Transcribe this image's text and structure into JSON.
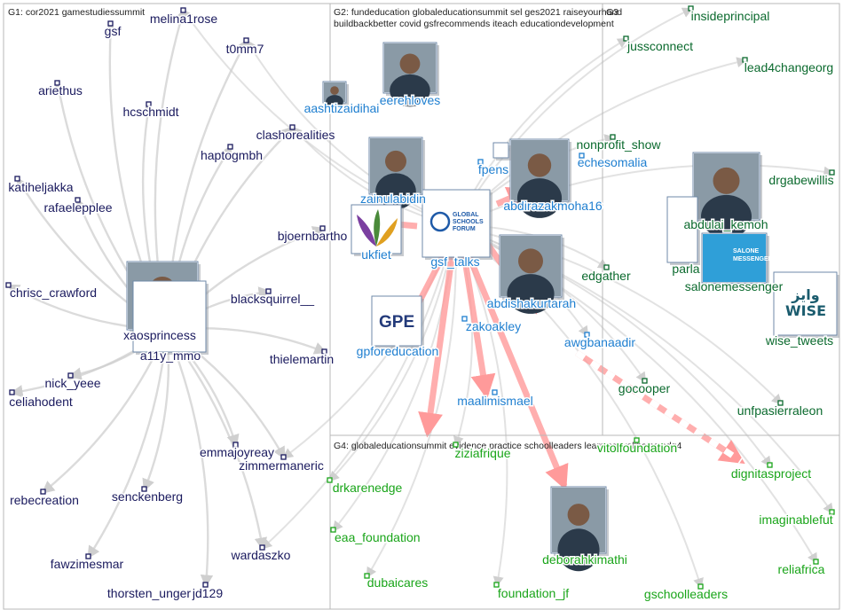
{
  "colors": {
    "g1": "#1a1a5e",
    "g2": "#1f7fd0",
    "g3": "#0b6a2e",
    "g4": "#1aa51a",
    "edge": "#cfcfcf",
    "edge_strong": "#ff9a9a",
    "frame": "#b8b8b8"
  },
  "groups": [
    {
      "id": "g1",
      "title": "G1: cor2021 gamestudiessummit"
    },
    {
      "id": "g2",
      "title": "G2: fundeducation globaleducationsummit sel ges2021 raiseyourhand buildbackbetter covid gsfrecommends iteach educationdevelopment"
    },
    {
      "id": "g3",
      "title": "G3"
    },
    {
      "id": "g4",
      "title": "G4: globaleducationsummit evidence practice schoolleaders learning wellbeing sdg4"
    }
  ],
  "nodes": [
    {
      "id": "melina1rose",
      "label": "melina1rose",
      "group": "g1"
    },
    {
      "id": "gsf",
      "label": "gsf",
      "group": "g1"
    },
    {
      "id": "t0mm7",
      "label": "t0mm7",
      "group": "g1"
    },
    {
      "id": "ariethus",
      "label": "ariethus",
      "group": "g1"
    },
    {
      "id": "hcschmidt",
      "label": "hcschmidt",
      "group": "g1"
    },
    {
      "id": "clashorealities",
      "label": "clashorealities",
      "group": "g1"
    },
    {
      "id": "haptogmbh",
      "label": "haptogmbh",
      "group": "g1"
    },
    {
      "id": "katiheljakka",
      "label": "katiheljakka",
      "group": "g1"
    },
    {
      "id": "rafaelepplee",
      "label": "rafaelepplee",
      "group": "g1"
    },
    {
      "id": "bjoernbartho",
      "label": "bjoernbartho",
      "group": "g1"
    },
    {
      "id": "chrisc_crawford",
      "label": "chrisc_crawford",
      "group": "g1"
    },
    {
      "id": "blacksquirrel",
      "label": "blacksquirrel__",
      "group": "g1"
    },
    {
      "id": "xaosprincess",
      "label": "xaosprincess",
      "group": "g1"
    },
    {
      "id": "a11y_mmo",
      "label": "a11y_mmo",
      "group": "g1"
    },
    {
      "id": "thielemartin",
      "label": "thielemartin",
      "group": "g1"
    },
    {
      "id": "nick_yeee",
      "label": "nick_yeee",
      "group": "g1"
    },
    {
      "id": "celiahodent",
      "label": "celiahodent",
      "group": "g1"
    },
    {
      "id": "emmajoyreay",
      "label": "emmajoyreay",
      "group": "g1"
    },
    {
      "id": "zimmermaneric",
      "label": "zimmermaneric",
      "group": "g1"
    },
    {
      "id": "rebecreation",
      "label": "rebecreation",
      "group": "g1"
    },
    {
      "id": "senckenberg",
      "label": "senckenberg",
      "group": "g1"
    },
    {
      "id": "fawzimesmar",
      "label": "fawzimesmar",
      "group": "g1"
    },
    {
      "id": "wardaszko",
      "label": "wardaszko",
      "group": "g1"
    },
    {
      "id": "thorsten",
      "label": "thorsten_unger",
      "group": "g1"
    },
    {
      "id": "jd129",
      "label": "jd129",
      "group": "g1"
    },
    {
      "id": "eerehloves",
      "label": "eerehloves",
      "group": "g2"
    },
    {
      "id": "aashtizaidihai",
      "label": "aashtizaidihai",
      "group": "g2"
    },
    {
      "id": "zainulabidin",
      "label": "zainulabidin",
      "group": "g2"
    },
    {
      "id": "ukfiet",
      "label": "ukfiet",
      "group": "g2"
    },
    {
      "id": "gsf_talks",
      "label": "gsf_talks",
      "group": "g2"
    },
    {
      "id": "fpens",
      "label": "fpens",
      "group": "g2"
    },
    {
      "id": "abdirazakmoha16",
      "label": "abdirazakmoha16",
      "group": "g2"
    },
    {
      "id": "echesomalia",
      "label": "echesomalia",
      "group": "g2"
    },
    {
      "id": "abdishakurtarah",
      "label": "abdishakurtarah",
      "group": "g2"
    },
    {
      "id": "zakoakley",
      "label": "zakoakley",
      "group": "g2"
    },
    {
      "id": "gpforeducation",
      "label": "gpforeducation",
      "group": "g2"
    },
    {
      "id": "awgbanaadir",
      "label": "awgbanaadir",
      "group": "g2"
    },
    {
      "id": "maalimismael",
      "label": "maalimismael",
      "group": "g2"
    },
    {
      "id": "insideprincipal",
      "label": "insideprincipal",
      "group": "g3"
    },
    {
      "id": "jussconnect",
      "label": "jussconnect",
      "group": "g3"
    },
    {
      "id": "lead4changeorg",
      "label": "lead4changeorg",
      "group": "g3"
    },
    {
      "id": "nonprofit_show",
      "label": "nonprofit_show",
      "group": "g3"
    },
    {
      "id": "drgabewillis",
      "label": "drgabewillis",
      "group": "g3"
    },
    {
      "id": "abdulai_kemoh",
      "label": "abdulai_kemoh",
      "group": "g3"
    },
    {
      "id": "edgather",
      "label": "edgather",
      "group": "g3"
    },
    {
      "id": "parla",
      "label": "parla",
      "group": "g3"
    },
    {
      "id": "salonemessenger",
      "label": "salonemessenger",
      "group": "g3"
    },
    {
      "id": "wise_tweets",
      "label": "wise_tweets",
      "group": "g3"
    },
    {
      "id": "gocooper",
      "label": "gocooper",
      "group": "g3"
    },
    {
      "id": "unfpasierraleon",
      "label": "unfpasierraleon",
      "group": "g3"
    },
    {
      "id": "vitolfoundation",
      "label": "vitolfoundation",
      "group": "g4"
    },
    {
      "id": "ziziafrique",
      "label": "ziziafrique",
      "group": "g4"
    },
    {
      "id": "drkarenedge",
      "label": "drkarenedge",
      "group": "g4"
    },
    {
      "id": "dignitasproject",
      "label": "dignitasproject",
      "group": "g4"
    },
    {
      "id": "imaginablefut",
      "label": "imaginablefut",
      "group": "g4"
    },
    {
      "id": "eaa_foundation",
      "label": "eaa_foundation",
      "group": "g4"
    },
    {
      "id": "deborahkimathi",
      "label": "deborahkimathi",
      "group": "g4"
    },
    {
      "id": "reliafrica",
      "label": "reliafrica",
      "group": "g4"
    },
    {
      "id": "dubaicares",
      "label": "dubaicares",
      "group": "g4"
    },
    {
      "id": "foundation_jf",
      "label": "foundation_jf",
      "group": "g4"
    },
    {
      "id": "gschoolleaders",
      "label": "gschoolleaders",
      "group": "g4"
    }
  ],
  "logos": {
    "gsf_talks": [
      "GLOBAL",
      "SCHOOLS",
      "FORUM"
    ],
    "gpforeducation": "GPE",
    "salonemessenger": [
      "SALONE",
      "MESSENGER"
    ],
    "wise_tweets": [
      "وايز",
      "WISE"
    ]
  }
}
